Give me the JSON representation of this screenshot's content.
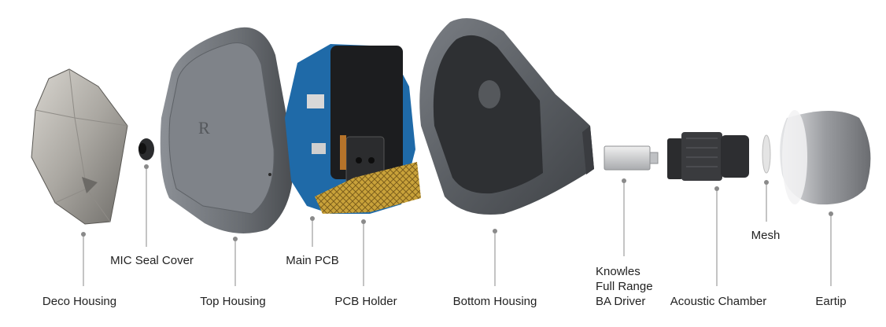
{
  "parts": [
    {
      "id": "deco-housing",
      "label": "Deco Housing"
    },
    {
      "id": "mic-seal-cover",
      "label": "MIC Seal Cover"
    },
    {
      "id": "top-housing",
      "label": "Top Housing"
    },
    {
      "id": "main-pcb",
      "label": "Main PCB"
    },
    {
      "id": "pcb-holder",
      "label": "PCB Holder"
    },
    {
      "id": "bottom-housing",
      "label": "Bottom Housing"
    },
    {
      "id": "ba-driver",
      "label_lines": [
        "Knowles",
        "Full Range",
        "BA Driver"
      ]
    },
    {
      "id": "acoustic-chamber",
      "label": "Acoustic Chamber"
    },
    {
      "id": "mesh",
      "label": "Mesh"
    },
    {
      "id": "eartip",
      "label": "Eartip"
    }
  ],
  "colors": {
    "housing_dark": "#5d6166",
    "housing_mid": "#7c8086",
    "deco_light": "#b9b6b1",
    "pcb_blue": "#1f6aa8",
    "holder_gold": "#c9a23a",
    "leader_gray": "#8a8a8a"
  }
}
